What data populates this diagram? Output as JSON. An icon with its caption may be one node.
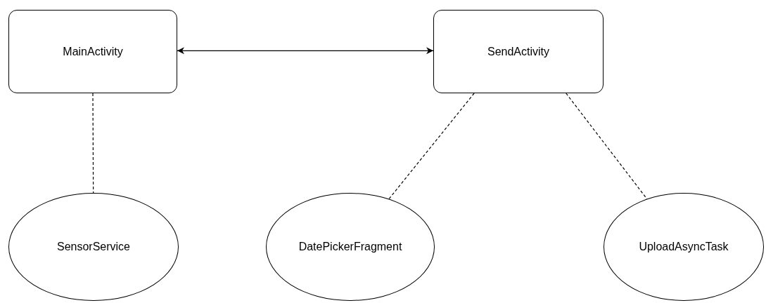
{
  "diagram": {
    "nodes": [
      {
        "text": [
          "MainActivity"
        ]
      },
      {
        "text": [
          "SendActivity"
        ]
      },
      {
        "text": [
          "SensorService"
        ]
      },
      {
        "text": [
          "DatePickerFragment"
        ]
      },
      {
        "text": [
          "UploadAsyncTask"
        ]
      }
    ],
    "edges": [
      {
        "from": 0,
        "to": 1,
        "arrow": "both"
      },
      {
        "from": 0,
        "to": 2,
        "arrow": "none",
        "style": "dashed"
      },
      {
        "from": 1,
        "to": 3,
        "arrow": "none",
        "style": "dashed"
      },
      {
        "from": 1,
        "to": 4,
        "arrow": "none",
        "style": "dashed"
      }
    ]
  }
}
